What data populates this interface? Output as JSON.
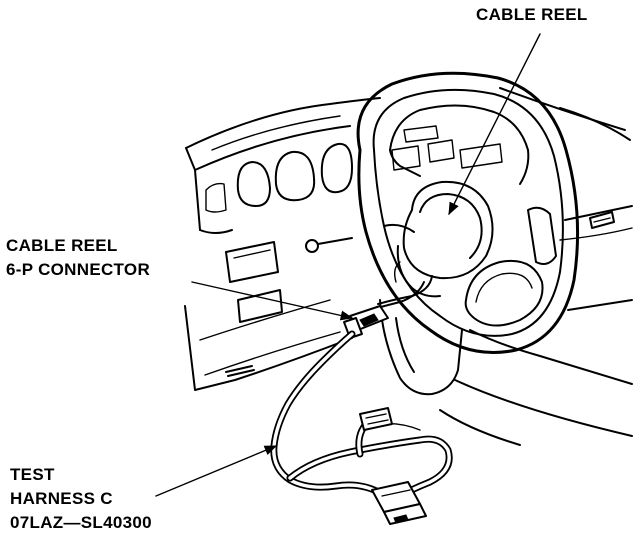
{
  "labels": {
    "cable_reel": "CABLE REEL",
    "connector_line1": "CABLE REEL",
    "connector_line2": "6-P CONNECTOR",
    "harness_line1": "TEST",
    "harness_line2": "HARNESS C",
    "harness_line3": "07LAZ—SL40300"
  },
  "icons": {
    "steering_wheel": "steering-wheel-illustration",
    "cable_reel": "cable-reel-illustration",
    "connector": "6p-connector-illustration",
    "test_harness": "test-harness-illustration"
  },
  "colors": {
    "ink": "#000000",
    "paper": "#ffffff"
  }
}
